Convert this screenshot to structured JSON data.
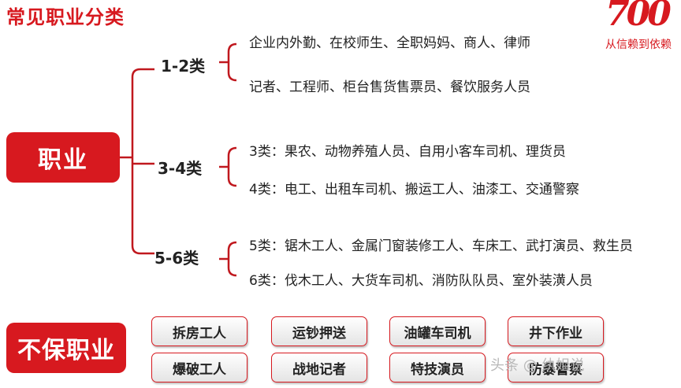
{
  "title": "常见职业分类",
  "logo": {
    "number": "700",
    "slogan": "从信赖到依赖"
  },
  "main": "职业",
  "groups": [
    {
      "label": "1-2类",
      "lines": [
        "企业内外勤、在校师生、全职妈妈、商人、律师",
        "记者、工程师、柜台售货售票员、餐饮服务人员"
      ]
    },
    {
      "label": "3-4类",
      "lines": [
        "3类：果农、动物养殖人员、自用小客车司机、理货员",
        "4类：电工、出租车司机、搬运工人、油漆工、交通警察"
      ]
    },
    {
      "label": "5-6类",
      "lines": [
        "5类：锯木工人、金属门窗装修工人、车床工、武打演员、救生员",
        "6类：伐木工人、大货车司机、消防队队员、室外装潢人员"
      ]
    }
  ],
  "excluded": {
    "label": "不保职业",
    "items": [
      "拆房工人",
      "运钞押送",
      "油罐车司机",
      "井下作业",
      "爆破工人",
      "战地记者",
      "特技演员",
      "防暴警察"
    ]
  },
  "watermark": "头条 @ 纨姐说",
  "colors": {
    "accent": "#d7191f"
  }
}
